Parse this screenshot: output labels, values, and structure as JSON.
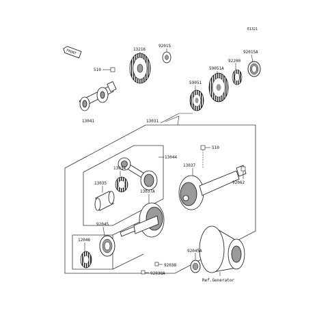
{
  "diagram": {
    "code": "E1321",
    "front_badge": "FRONT",
    "labels": {
      "p510a": "510",
      "p13216": "13216",
      "p92015": "92015",
      "p92015a": "92015A",
      "p92200": "92200",
      "p59051a": "59051A",
      "p59051": "59051",
      "p13041": "13041",
      "p13031": "13031",
      "p510b": "510",
      "p13044": "13044",
      "p13034": "13034",
      "p13037": "13037",
      "p92062": "92062",
      "p13035": "13035",
      "p13037a": "13037A",
      "p92045": "92045",
      "p12046": "12046",
      "p92038": "92038",
      "p92038a": "92038A",
      "p92045a": "92045A",
      "ref_generator": "Ref.Generator"
    }
  },
  "colors": {
    "ink": "#111111",
    "part_fill": "#ffffff",
    "shade": "#9a9a9a"
  }
}
